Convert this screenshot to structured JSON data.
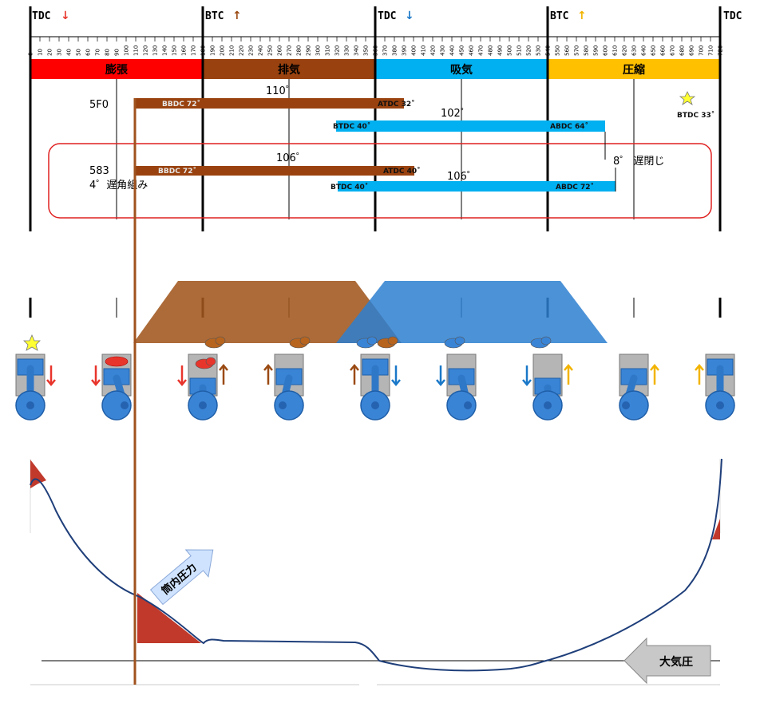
{
  "header": {
    "markers": [
      {
        "label": "TDC",
        "arrow": "↓",
        "color": "#e8352c"
      },
      {
        "label": "BTC",
        "arrow": "↑",
        "color": "#9a4a12"
      },
      {
        "label": "TDC",
        "arrow": "↓",
        "color": "#1a78c8"
      },
      {
        "label": "BTC",
        "arrow": "↑",
        "color": "#f2b400"
      },
      {
        "label": "TDC",
        "arrow": "",
        "color": "#000000"
      }
    ],
    "ticks": [
      "0",
      "10",
      "20",
      "30",
      "40",
      "50",
      "60",
      "70",
      "80",
      "90",
      "100",
      "110",
      "120",
      "130",
      "140",
      "150",
      "160",
      "170",
      "180",
      "190",
      "200",
      "210",
      "220",
      "230",
      "240",
      "250",
      "260",
      "270",
      "280",
      "290",
      "300",
      "310",
      "320",
      "330",
      "340",
      "350",
      "360",
      "370",
      "380",
      "390",
      "400",
      "410",
      "420",
      "430",
      "440",
      "450",
      "460",
      "470",
      "480",
      "490",
      "500",
      "510",
      "520",
      "530",
      "540",
      "550",
      "560",
      "570",
      "580",
      "590",
      "600",
      "610",
      "620",
      "630",
      "640",
      "650",
      "660",
      "670",
      "680",
      "690",
      "700",
      "710",
      "720"
    ]
  },
  "phases": [
    {
      "label": "膨張",
      "color": "#ff0000"
    },
    {
      "label": "排気",
      "color": "#99420f"
    },
    {
      "label": "吸気",
      "color": "#00b0f0"
    },
    {
      "label": "圧縮",
      "color": "#ffc000"
    }
  ],
  "timing": {
    "row1_name": "5F0",
    "row2_name": "583",
    "row2_note": "4゜遅角組み",
    "ex1": {
      "start_label": "BBDC 72˚",
      "end_label": "ATDC 32˚",
      "duration": "110゜"
    },
    "in1": {
      "start_label": "BTDC 40˚",
      "end_label": "ABDC 64˚",
      "duration": "102゜"
    },
    "ex2": {
      "start_label": "BBDC 72˚",
      "end_label": "ATDC 40˚",
      "duration": "106゜"
    },
    "in2": {
      "start_label": "BTDC 40˚",
      "end_label": "ABDC 72˚",
      "duration": "106゜"
    },
    "late_close_note": "8゜ 遅閉じ",
    "ignition_label": "BTDC 33˚"
  },
  "graph": {
    "cylinder_pressure_label": "筒内圧力",
    "atmospheric_label": "大気圧"
  },
  "colors": {
    "expansion": "#ff0000",
    "exhaust": "#99420f",
    "intake": "#00b0f0",
    "compression": "#ffc000",
    "piston_blue": "#2f78c8",
    "pressure_curve": "#1f3f7a"
  }
}
